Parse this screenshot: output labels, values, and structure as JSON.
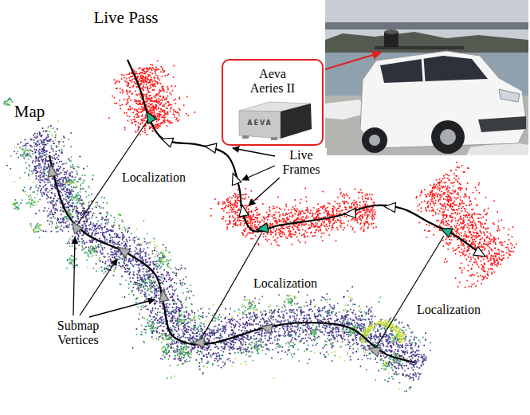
{
  "diagram": {
    "nodes": [
      {
        "text": [
          "Aeva Aeries II"
        ]
      }
    ],
    "labels": [
      "Live Pass",
      "Map",
      "Localization",
      "Localization",
      "Localization",
      "Live Frames",
      "Submap Vertices",
      "AEVA"
    ]
  }
}
